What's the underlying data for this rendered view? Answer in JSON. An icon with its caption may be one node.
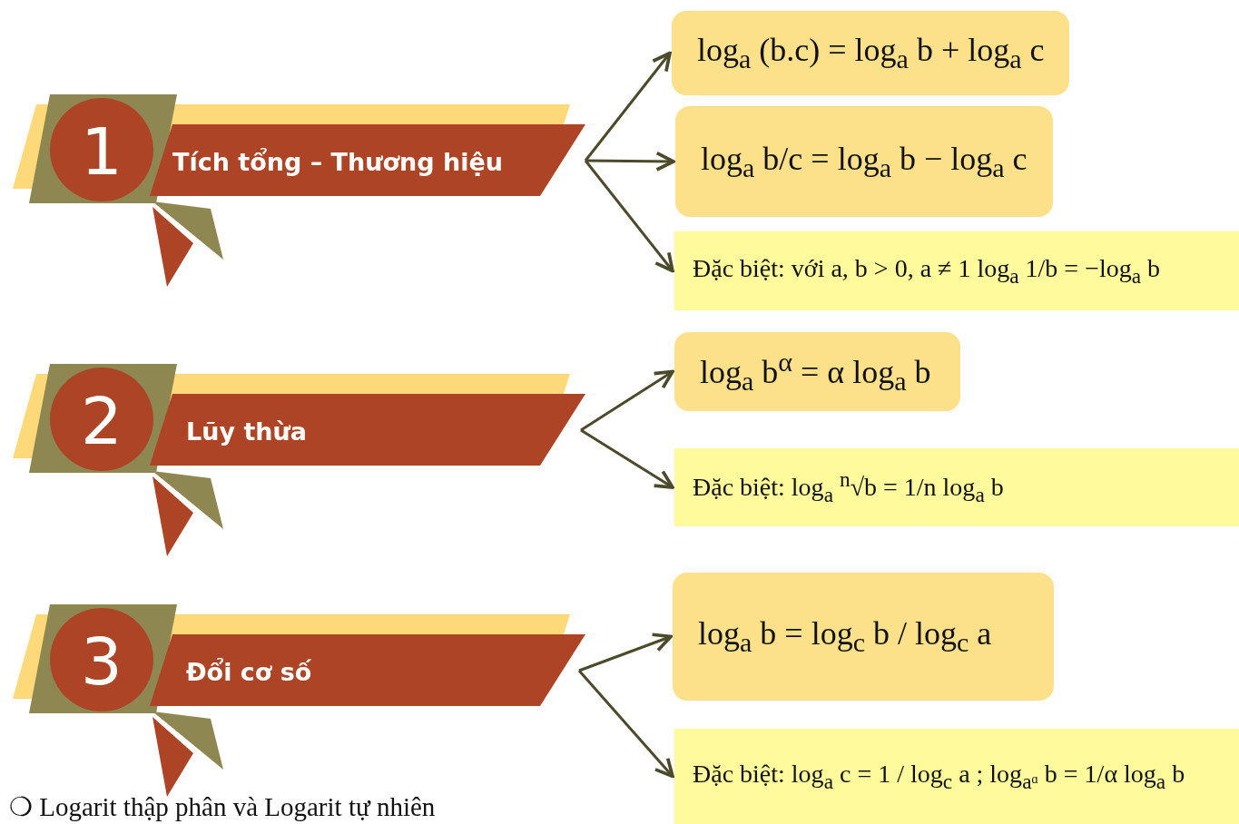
{
  "diagram": {
    "nodes": [
      {
        "text": [
          "1",
          "Tích tổng – Thương hiệu"
        ]
      },
      {
        "text": [
          "log$_{a}$ (b.c) = log$_{a}$ b + log$_{a}$ c"
        ]
      },
      {
        "text": [
          "log$_{a}$ b/c = log$_{a}$ b − log$_{a}$ c"
        ]
      },
      {
        "text": [
          "Đặc biệt: với a, b > 0, a ≠ 1  log$_{a}$ 1/b = −log$_{a}$ b"
        ]
      },
      {
        "text": [
          "2",
          "Lũy thừa"
        ]
      },
      {
        "text": [
          "log$_{a}$ b$^{α}$ = α log$_{a}$ b"
        ]
      },
      {
        "text": [
          "Đặc biệt: log$_{a}$ $^{n}$√b = 1/n log$_{a}$ b"
        ]
      },
      {
        "text": [
          "3",
          "Đổi cơ số"
        ]
      },
      {
        "text": [
          "log$_{a}$ b = log$_{c}$ b / log$_{c}$ a"
        ]
      },
      {
        "text": [
          "Đặc biệt: log$_{a}$ c = 1 / log$_{c}$ a ; log$_{aᵅ}$ b = 1/α log$_{a}$ b"
        ]
      }
    ],
    "edges": [
      {
        "from": 0,
        "to": 1,
        "arrow": "to"
      },
      {
        "from": 0,
        "to": 2,
        "arrow": "to"
      },
      {
        "from": 0,
        "to": 3,
        "arrow": "to"
      },
      {
        "from": 4,
        "to": 5,
        "arrow": "to"
      },
      {
        "from": 4,
        "to": 6,
        "arrow": "to"
      },
      {
        "from": 7,
        "to": 8,
        "arrow": "to"
      },
      {
        "from": 7,
        "to": 9,
        "arrow": "to"
      }
    ],
    "labels": [
      "❍ Logarit thập phân và Logarit tự nhiên"
    ]
  }
}
